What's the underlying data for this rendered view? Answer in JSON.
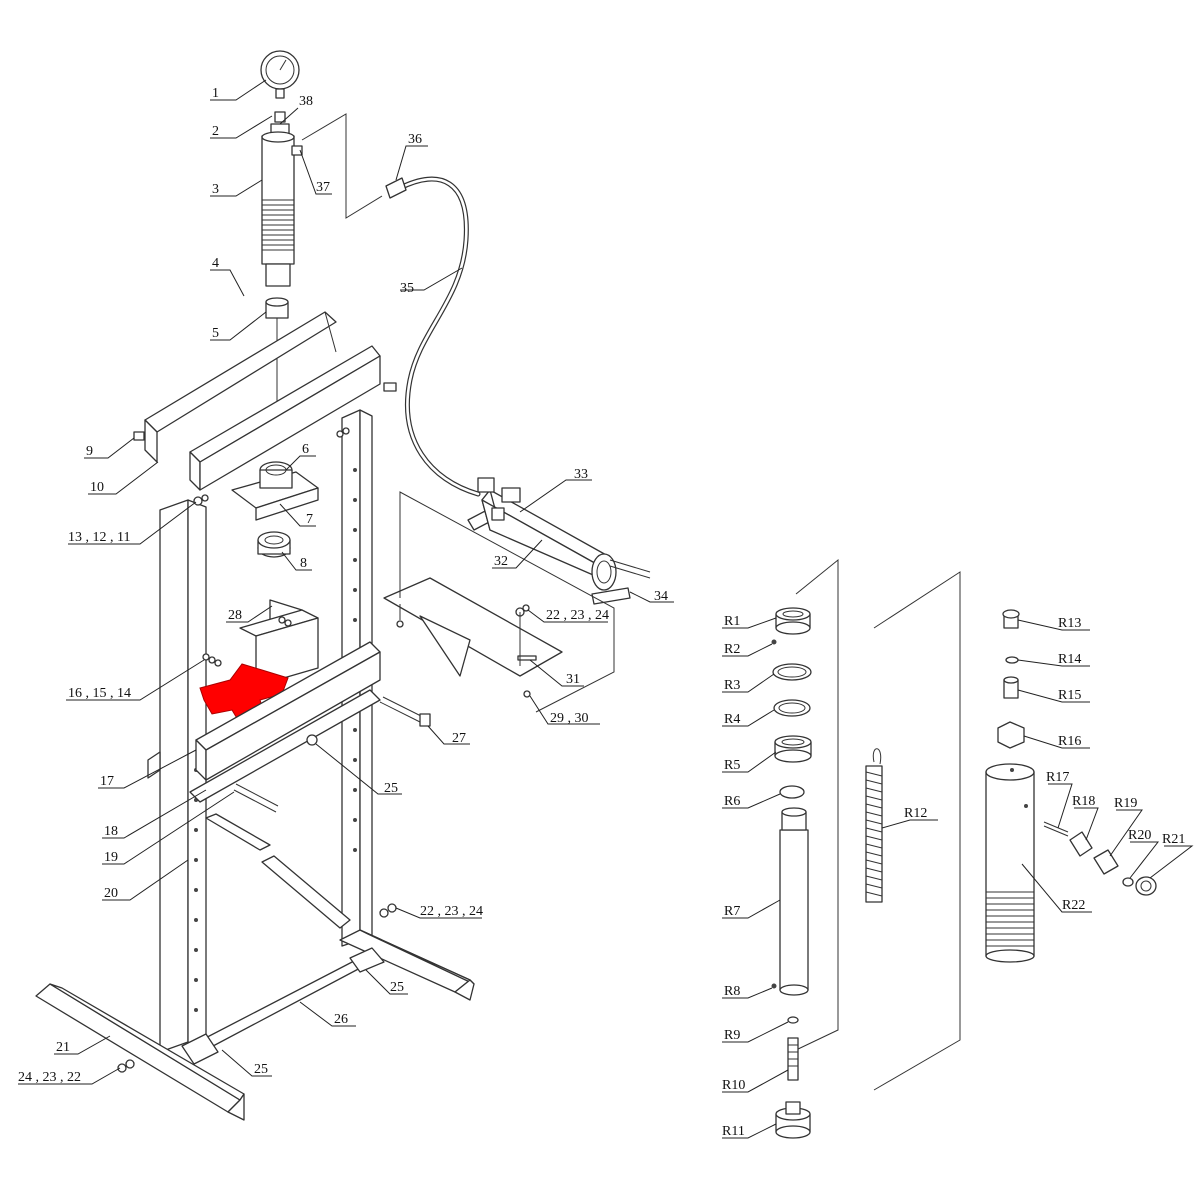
{
  "colors": {
    "line": "#333333",
    "highlight": "#ff0000",
    "background": "#ffffff"
  },
  "highlighted_part": "16 , 15 , 14",
  "labels": {
    "l1": "1",
    "l2": "2",
    "l38": "38",
    "l3": "3",
    "l37": "37",
    "l36": "36",
    "l4": "4",
    "l35": "35",
    "l5": "5",
    "l9": "9",
    "l10": "10",
    "l6": "6",
    "l7": "7",
    "l13": "13 , 12 , 11",
    "l8": "8",
    "l33": "33",
    "l32": "32",
    "l34": "34",
    "l28": "28",
    "l22a": "22 , 23 , 24",
    "l16": "16 , 15 , 14",
    "l31": "31",
    "l29": "29 , 30",
    "l27": "27",
    "l17": "17",
    "l25a": "25",
    "l18": "18",
    "l19": "19",
    "l20": "20",
    "l22b": "22 , 23 , 24",
    "l25b": "25",
    "l26": "26",
    "l21": "21",
    "l24": "24 , 23 , 22",
    "l25c": "25",
    "r1": "R1",
    "r2": "R2",
    "r3": "R3",
    "r4": "R4",
    "r5": "R5",
    "r6": "R6",
    "r7": "R7",
    "r8": "R8",
    "r9": "R9",
    "r10": "R10",
    "r11": "R11",
    "r12": "R12",
    "r13": "R13",
    "r14": "R14",
    "r15": "R15",
    "r16": "R16",
    "r17": "R17",
    "r18": "R18",
    "r19": "R19",
    "r20": "R20",
    "r21": "R21",
    "r22": "R22"
  }
}
